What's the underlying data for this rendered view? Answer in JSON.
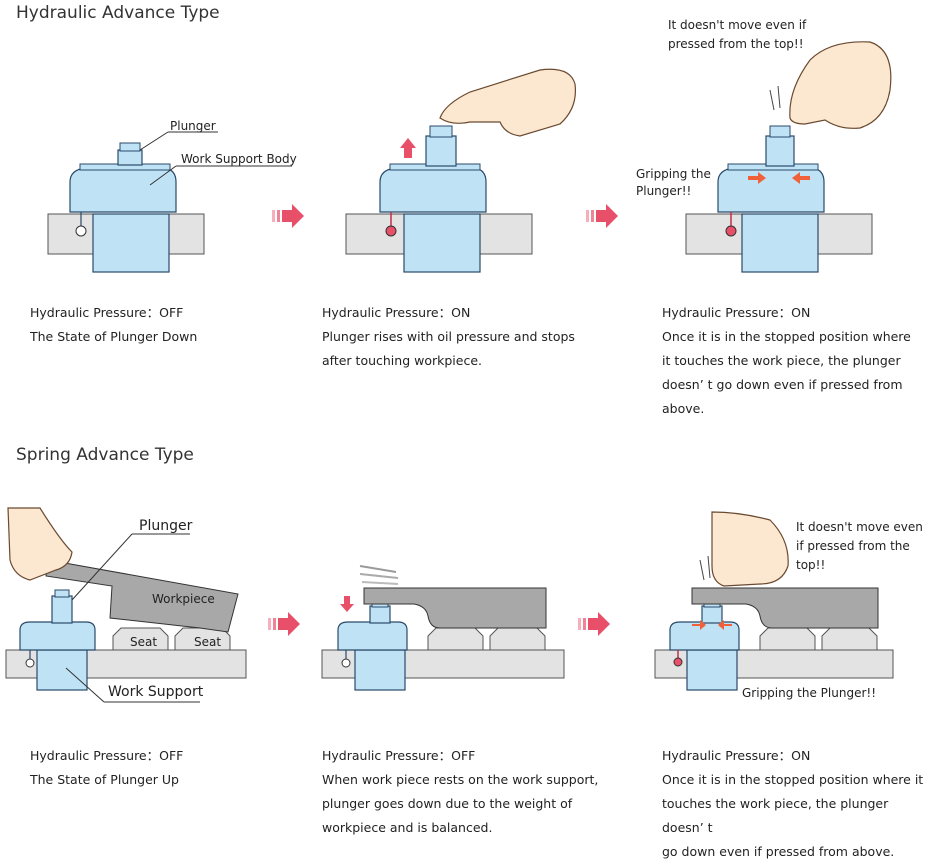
{
  "sections": {
    "hydraulic": {
      "title": "Hydraulic Advance Type",
      "labels": {
        "plunger": "Plunger",
        "body": "Work Support Body",
        "no_move": "It doesn't move even if pressed from the top!!",
        "gripping": "Gripping the Plunger!!"
      },
      "captions": [
        {
          "line1": "Hydraulic Pressure：OFF",
          "lines": [
            "The State of Plunger Down"
          ]
        },
        {
          "line1": "Hydraulic Pressure：ON",
          "lines": [
            "Plunger rises with oil pressure and stops",
            "after touching workpiece."
          ]
        },
        {
          "line1": "Hydraulic Pressure：ON",
          "lines": [
            "Once it is in the stopped position where",
            "it touches the work piece, the plunger",
            "doesn’ t go down even if pressed from above."
          ]
        }
      ]
    },
    "spring": {
      "title": "Spring Advance Type",
      "labels": {
        "plunger": "Plunger",
        "workpiece": "Workpiece",
        "seat": "Seat",
        "work_support": "Work Support",
        "no_move": "It doesn't move even if pressed from the top!!",
        "gripping": "Gripping the Plunger!!"
      },
      "captions": [
        {
          "line1": "Hydraulic Pressure：OFF",
          "lines": [
            "The State of Plunger Up"
          ]
        },
        {
          "line1": "Hydraulic Pressure：OFF",
          "lines": [
            "When work piece rests on the work support,",
            "plunger goes down due to the weight of",
            "workpiece and is balanced."
          ]
        },
        {
          "line1": "Hydraulic Pressure：ON",
          "lines": [
            "Once it is in the stopped position  where it",
            "touches the work piece, the plunger doesn’ t",
            "go down even  if pressed from above."
          ]
        }
      ]
    }
  },
  "colors": {
    "support": "#bfe3f5",
    "support_stroke": "#2a4a6a",
    "base": "#e3e3e3",
    "workpiece": "#a8a8a8",
    "arrow": "#e8506a",
    "grip_arrow": "#f0603a",
    "skin": "#fce8d0"
  }
}
